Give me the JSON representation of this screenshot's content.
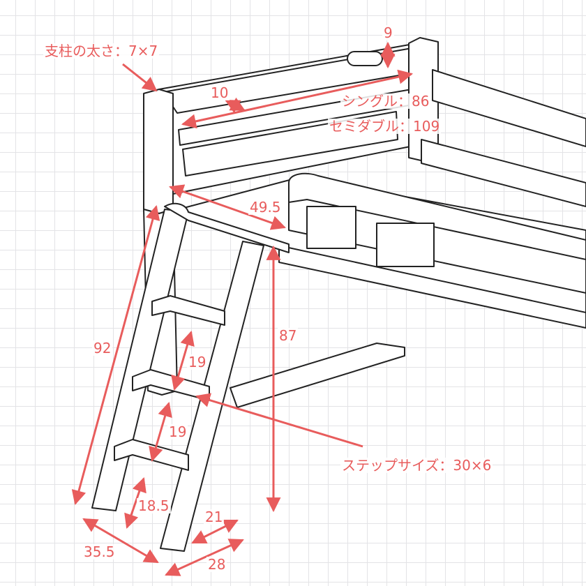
{
  "colors": {
    "accent": "#e85c5c",
    "line": "#222222",
    "fade": "#b9b9b9"
  },
  "labels": {
    "post_size": "支柱の太さ：7×7",
    "rail_height": "9",
    "rail_gap": "10",
    "length_single": "シングル：86",
    "length_semidouble": "セミダブル：109",
    "ladder_depth": "49.5",
    "ladder_height": "92",
    "bed_height": "87",
    "step_gap_upper": "19",
    "step_gap_lower": "19",
    "step_size": "ステップサイズ：30×6",
    "foot_height": "18.5",
    "width_back": "35.5",
    "step_width": "21",
    "width_front": "28"
  }
}
